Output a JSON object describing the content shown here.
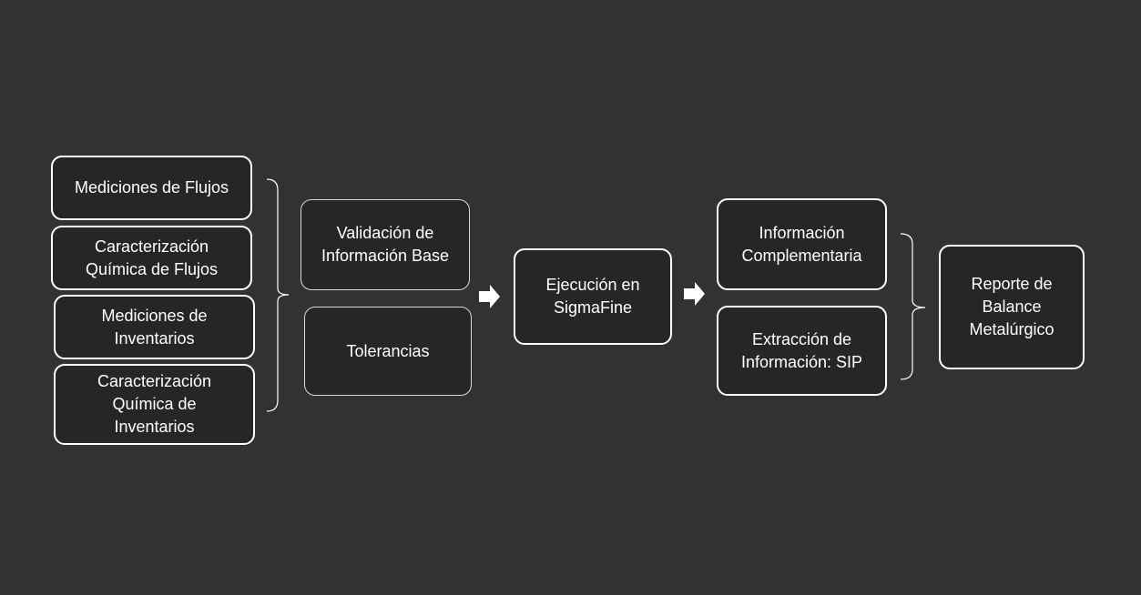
{
  "diagram": {
    "inputs": [
      "Mediciones de Flujos",
      "Caracterización\nQuímica de Flujos",
      "Mediciones de\nInventarios",
      "Caracterización\nQuímica de\nInventarios"
    ],
    "validation": "Validación de\nInformación Base",
    "tolerances": "Tolerancias",
    "execution": "Ejecución en\nSigmaFine",
    "complementary": "Información\nComplementaria",
    "extraction": "Extracción de\nInformación: SIP",
    "report": "Reporte de\nBalance\nMetalúrgico"
  },
  "colors": {
    "background": "#323232",
    "box_fill": "#262626",
    "stroke": "#ffffff"
  }
}
